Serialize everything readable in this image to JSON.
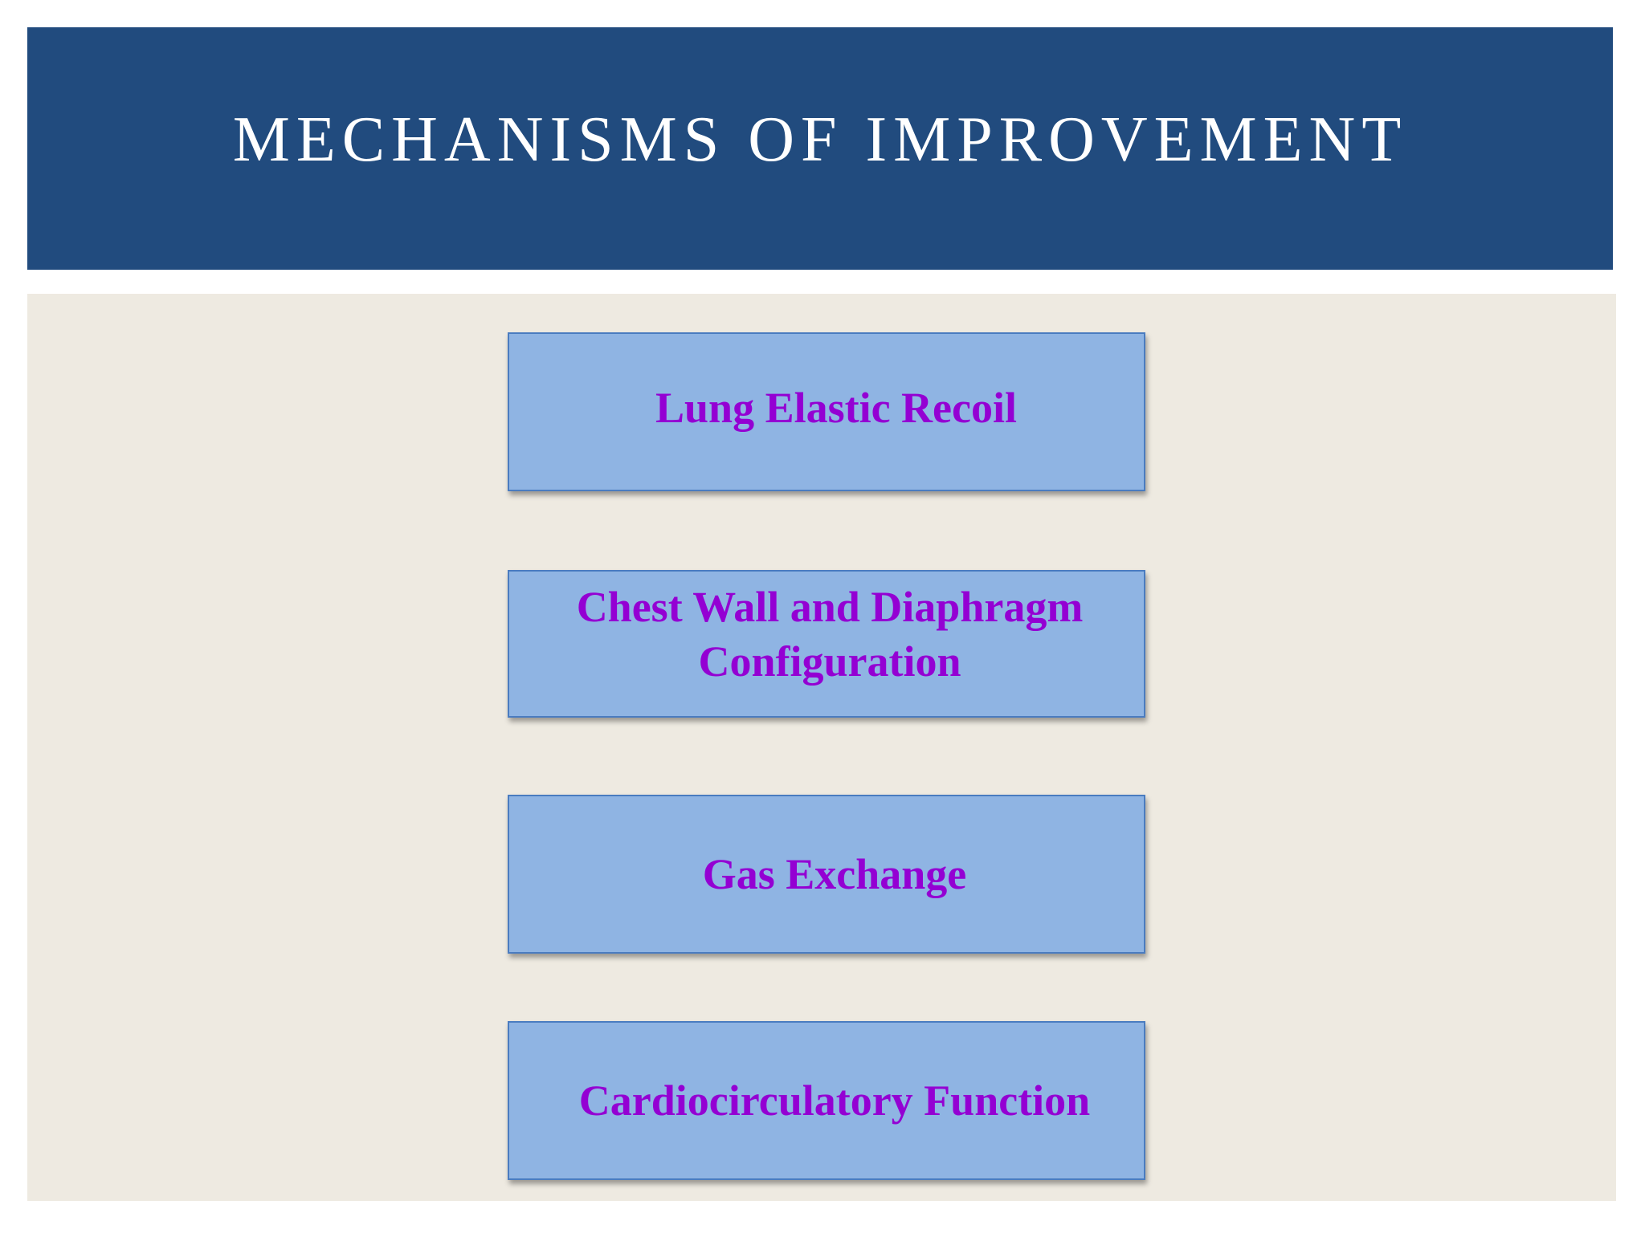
{
  "slide": {
    "title": "MECHANISMS OF IMPROVEMENT"
  },
  "mechanisms": [
    {
      "label": "Lung Elastic Recoil"
    },
    {
      "label": "Chest Wall and Diaphragm\nConfiguration"
    },
    {
      "label": "Gas Exchange"
    },
    {
      "label": "Cardiocirculatory Function"
    }
  ],
  "colors": {
    "header_background": "#214b7e",
    "title_text": "#ffffff",
    "panel_background": "#eeeae1",
    "box_fill": "#8fb4e3",
    "box_border": "#4a7cc0",
    "box_text": "#9400d3"
  }
}
